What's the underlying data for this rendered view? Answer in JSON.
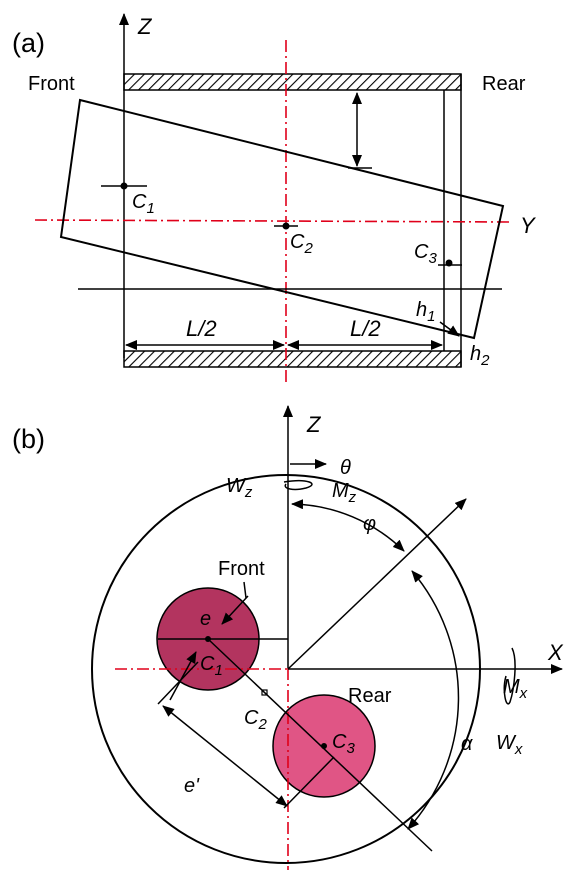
{
  "panel_a": {
    "label": "(a)",
    "axis_z": "Z",
    "axis_y": "Y",
    "front": "Front",
    "rear": "Rear",
    "c1": "C",
    "c1_sub": "1",
    "c2": "C",
    "c2_sub": "2",
    "c3": "C",
    "c3_sub": "3",
    "h1": "h",
    "h1_sub": "1",
    "h2": "h",
    "h2_sub": "2",
    "half_left": "L/2",
    "half_right": "L/2"
  },
  "panel_b": {
    "label": "(b)",
    "axis_z": "Z",
    "axis_x": "X",
    "theta": "θ",
    "wz": "W",
    "wz_sub": "z",
    "mz": "M",
    "mz_sub": "z",
    "phi": "φ",
    "front": "Front",
    "rear": "Rear",
    "e": "e",
    "e_prime": "e'",
    "c1": "C",
    "c1_sub": "1",
    "c2": "C",
    "c2_sub": "2",
    "c3": "C",
    "c3_sub": "3",
    "mx": "M",
    "mx_sub": "x",
    "wx": "W",
    "wx_sub": "x",
    "alpha": "α"
  },
  "colors": {
    "center_line": "#e0001a",
    "front_disk": "#b3345f",
    "rear_disk": "#e05585"
  }
}
